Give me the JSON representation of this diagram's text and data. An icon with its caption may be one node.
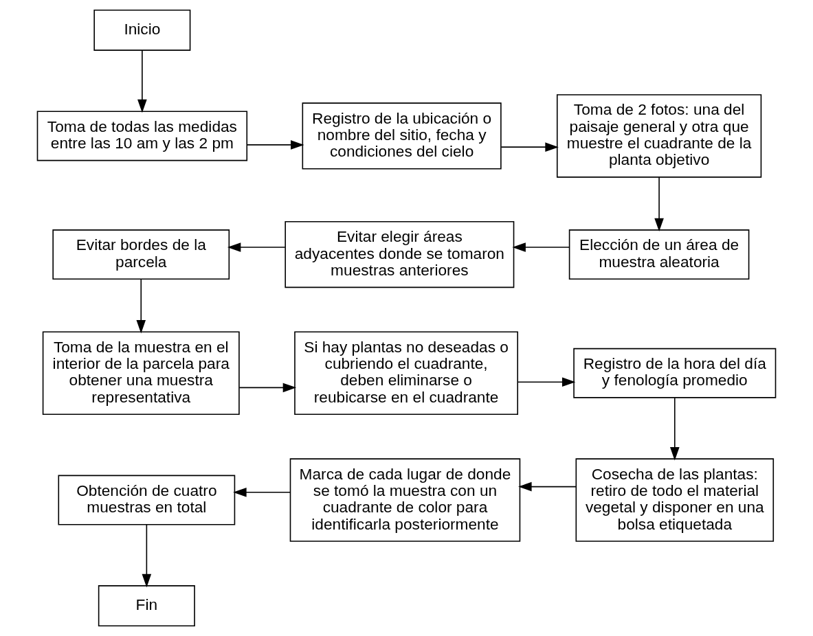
{
  "diagram": {
    "nodes": [
      {
        "text": [
          "Inicio"
        ]
      },
      {
        "text": [
          "Toma de todas las medidas entre las 10 am y las 2 pm"
        ]
      },
      {
        "text": [
          "Registro de la ubicación o nombre del sitio, fecha y condiciones del cielo"
        ]
      },
      {
        "text": [
          "Toma de 2 fotos: una del paisaje general y otra que muestre el cuadrante de la planta objetivo"
        ]
      },
      {
        "text": [
          "Elección de un área de muestra aleatoria"
        ]
      },
      {
        "text": [
          "Evitar elegir áreas adyacentes donde se tomaron muestras anteriores"
        ]
      },
      {
        "text": [
          "Evitar bordes de la parcela"
        ]
      },
      {
        "text": [
          "Toma de la muestra en el interior de la parcela para obtener una muestra representativa"
        ]
      },
      {
        "text": [
          "Si hay plantas no deseadas o cubriendo el cuadrante, deben eliminarse o reubicarse en el cuadrante"
        ]
      },
      {
        "text": [
          "Registro de la hora del día y fenología promedio"
        ]
      },
      {
        "text": [
          "Cosecha de las plantas: retiro de todo el material vegetal y disponer en una bolsa etiquetada"
        ]
      },
      {
        "text": [
          "Marca de cada lugar de donde se tomó la muestra con un cuadrante de color para identificarla posteriormente"
        ]
      },
      {
        "text": [
          "Obtención de cuatro muestras en total"
        ]
      },
      {
        "text": [
          "Fin"
        ]
      }
    ],
    "edges": [
      {
        "from": 0,
        "to": 1,
        "arrow": "to"
      },
      {
        "from": 1,
        "to": 2,
        "arrow": "to"
      },
      {
        "from": 2,
        "to": 3,
        "arrow": "to"
      },
      {
        "from": 3,
        "to": 4,
        "arrow": "to"
      },
      {
        "from": 4,
        "to": 5,
        "arrow": "to"
      },
      {
        "from": 5,
        "to": 6,
        "arrow": "to"
      },
      {
        "from": 6,
        "to": 7,
        "arrow": "to"
      },
      {
        "from": 7,
        "to": 8,
        "arrow": "to"
      },
      {
        "from": 8,
        "to": 9,
        "arrow": "to"
      },
      {
        "from": 9,
        "to": 10,
        "arrow": "to"
      },
      {
        "from": 10,
        "to": 11,
        "arrow": "to"
      },
      {
        "from": 11,
        "to": 12,
        "arrow": "to"
      },
      {
        "from": 12,
        "to": 13,
        "arrow": "to"
      }
    ]
  }
}
